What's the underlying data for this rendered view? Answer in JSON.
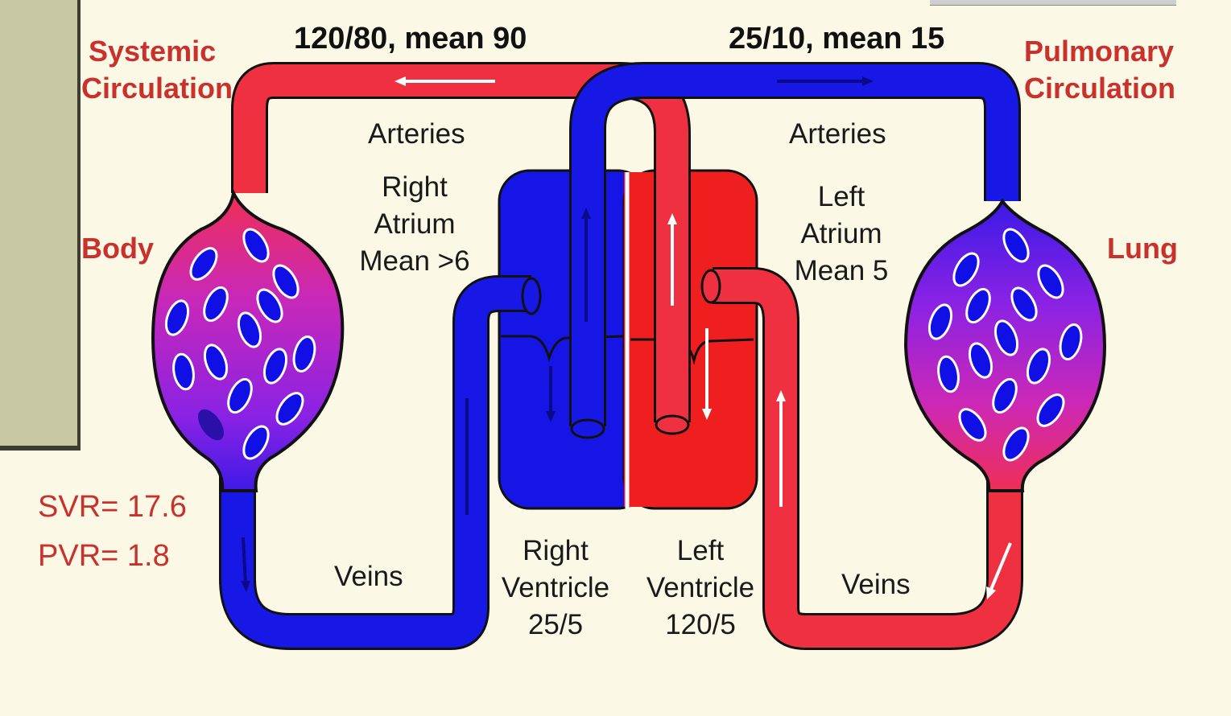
{
  "labels": {
    "systemic_line1": "Systemic",
    "systemic_line2": "Circulation",
    "pulmonary_line1": "Pulmonary",
    "pulmonary_line2": "Circulation",
    "systemic_pressure": "120/80, mean 90",
    "pulmonary_pressure": "25/10, mean 15",
    "arteries_left": "Arteries",
    "arteries_right": "Arteries",
    "right_atrium": [
      "Right",
      "Atrium",
      "Mean >6"
    ],
    "left_atrium": [
      "Left",
      "Atrium",
      "Mean 5"
    ],
    "body": "Body",
    "lung": "Lung",
    "svr": "SVR= 17.6",
    "pvr": "PVR= 1.8",
    "veins_left": "Veins",
    "veins_right": "Veins",
    "right_ventricle": [
      "Right",
      "Ventricle",
      "25/5"
    ],
    "left_ventricle": [
      "Left",
      "Ventricle",
      "120/5"
    ]
  },
  "colors": {
    "oxygenated": "#ef2f2f",
    "deoxygenated": "#1515e6",
    "capillary_bed": "#b21fd0",
    "label_red": "#c8312c",
    "background": "#fbf8e6"
  }
}
